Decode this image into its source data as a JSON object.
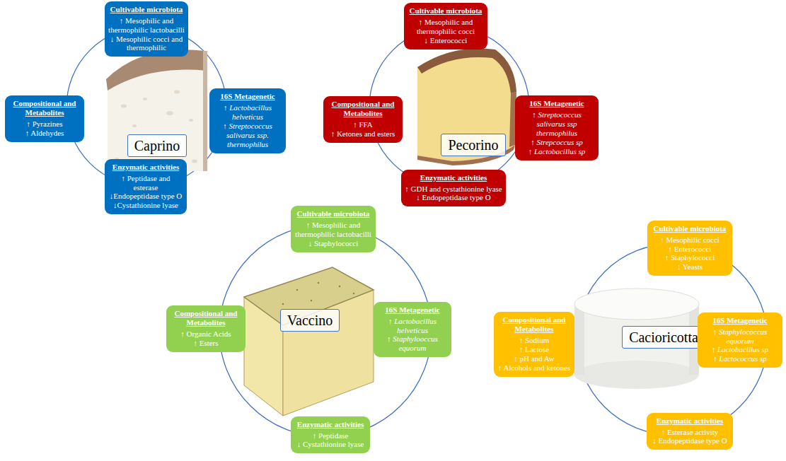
{
  "diagram": {
    "nodes": [
      {
        "text": [
          "Cultivable microbiota",
          "↑ Mesophilic and thermophilic lactobacilli",
          "↓ Mesophilic cocci and thermophilic"
        ]
      },
      {
        "text": [
          "Compositional and Metabolites",
          "↑ Pyrazines",
          "↑ Aldehydes"
        ]
      },
      {
        "text": [
          "Caprino"
        ]
      },
      {
        "text": [
          "16S Metagenetic",
          "↑ Lactobacillus helveticus",
          "↑ Streptococcus salivarus ssp. thermophilus"
        ]
      },
      {
        "text": [
          "Enzymatic activities",
          "↑ Peptidase and esterase",
          "↓Endopeptidase type O",
          "↓Cystathionine lyase"
        ]
      },
      {
        "text": [
          "Cultivable microbiota",
          "↑ Mesophilic and thermophilic cocci",
          "↓ Enterococci"
        ]
      },
      {
        "text": [
          "Compositional and Metabolites",
          "↑ FFA",
          "↑ Ketones and esters"
        ]
      },
      {
        "text": [
          "Pecorino"
        ]
      },
      {
        "text": [
          "16S Metagenetic",
          "↑ Streptococcus salivarus ssp thermophilus",
          "↑ Strepcoccus sp",
          "↑ Lactobacillus sp"
        ]
      },
      {
        "text": [
          "Enzymatic activities",
          "↑ GDH and cystathionine lyase",
          "↓ Endopeptidase type O"
        ]
      },
      {
        "text": [
          "Cultivable microbiota",
          "↑ Mesophilic and thermophilic lactobacilli",
          "↓ Staphylococci"
        ]
      },
      {
        "text": [
          "Compositional and Metabolites",
          "↑ Organic Acids",
          "↑ Esters"
        ]
      },
      {
        "text": [
          "Vaccino"
        ]
      },
      {
        "text": [
          "16S Metagenetic",
          "↑ Lactobacillus helveticus",
          "↑ Staphylooccus equorum"
        ]
      },
      {
        "text": [
          "Enzymatic activities",
          "↑ Peptidase",
          "↓ Cystathionine lyase"
        ]
      },
      {
        "text": [
          "Cultivable microbiota",
          "↑ Mesophilic cocci",
          "↑ Enterococci",
          "↑ Staphylococci",
          "↓ Yeasts"
        ]
      },
      {
        "text": [
          "Compositional and Metabolites",
          "↑ Sodium",
          "↑ Lactose",
          "↑ pH and Aw",
          "↑ Alcohols and ketones"
        ]
      },
      {
        "text": [
          "Cacioricotta"
        ]
      },
      {
        "text": [
          "16S Metagenetic",
          "↑ Staphylococcus equorum",
          "↑ Lactobacillus sp",
          "↑ Lactococcus sp"
        ]
      },
      {
        "text": [
          "Enzymatic activities",
          "↑ Esterase activity",
          "↓ Endopeptidase type O"
        ]
      }
    ]
  }
}
